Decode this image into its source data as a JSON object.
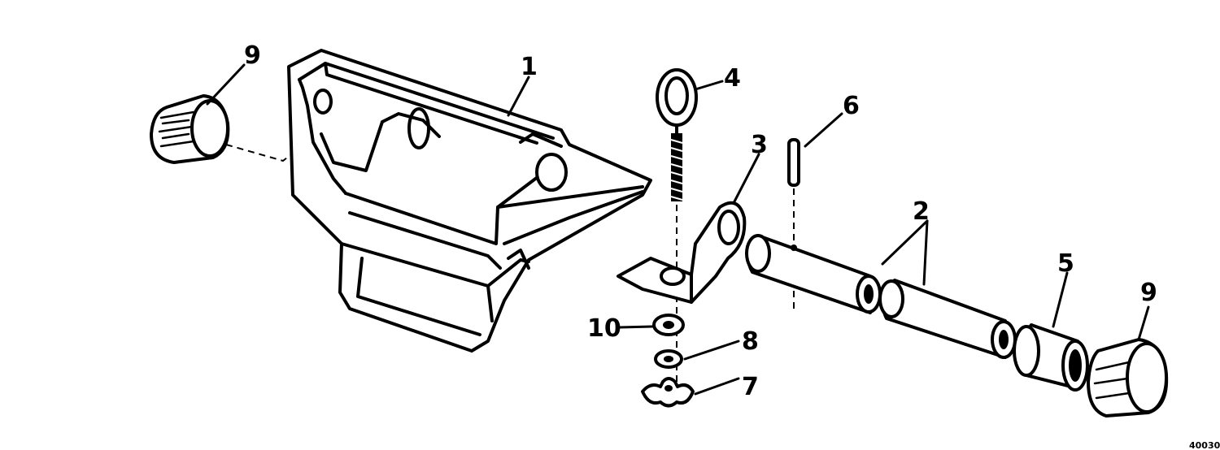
{
  "callouts": {
    "c1": "1",
    "c2": "2",
    "c3": "3",
    "c4": "4",
    "c5": "5",
    "c6": "6",
    "c7": "7",
    "c8": "8",
    "c9_left": "9",
    "c9_right": "9",
    "c10": "10"
  },
  "figure_number": "40030"
}
